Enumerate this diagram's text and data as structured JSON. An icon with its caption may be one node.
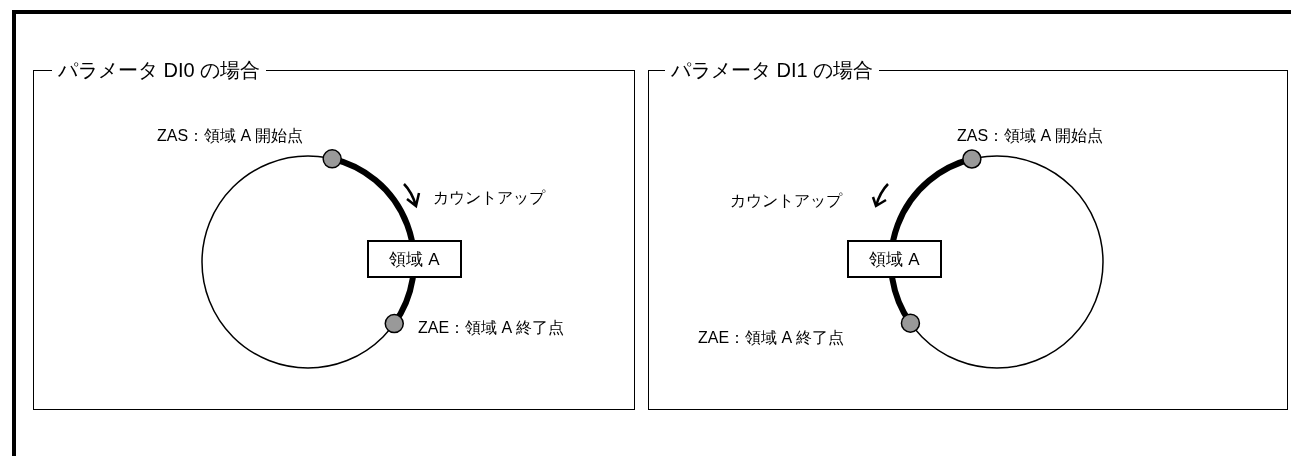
{
  "diagram": {
    "nodes": [
      {
        "text": [
          "パラメータ DI0 の場合"
        ]
      },
      {
        "text": [
          "領域 A"
        ],
        "in": 0
      },
      {
        "text": [
          "パラメータ DI1 の場合"
        ]
      },
      {
        "text": [
          "領域 A"
        ],
        "in": 2
      }
    ],
    "labels": [
      "ZAS：領域 A 開始点",
      "カウントアップ",
      "ZAE：領域 A 終了点",
      "ZAS：領域 A 開始点",
      "カウントアップ",
      "ZAE：領域 A 終了点"
    ]
  }
}
